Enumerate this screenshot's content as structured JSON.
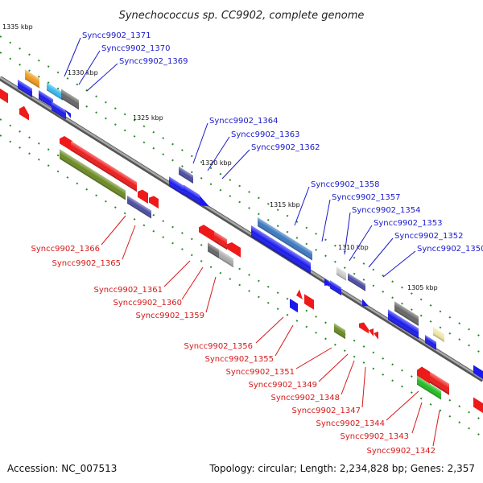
{
  "title": "Synechococcus sp. CC9902, complete genome",
  "footer": {
    "accession": "Accession: NC_007513",
    "summary": "Topology: circular; Length: 2,234,828 bp; Genes: 2,357"
  },
  "scale": [
    "1335 kbp",
    "1330 kbp",
    "1325 kbp",
    "1320 kbp",
    "1315 kbp",
    "1310 kbp",
    "1305 kbp"
  ],
  "top_labels": [
    "Syncc9902_1371",
    "Syncc9902_1370",
    "Syncc9902_1369",
    "Syncc9902_1364",
    "Syncc9902_1363",
    "Syncc9902_1362",
    "Syncc9902_1358",
    "Syncc9902_1357",
    "Syncc9902_1354",
    "Syncc9902_1353",
    "Syncc9902_1352",
    "Syncc9902_1350"
  ],
  "bottom_labels": [
    "Syncc9902_1366",
    "Syncc9902_1365",
    "Syncc9902_1361",
    "Syncc9902_1360",
    "Syncc9902_1359",
    "Syncc9902_1356",
    "Syncc9902_1355",
    "Syncc9902_1351",
    "Syncc9902_1349",
    "Syncc9902_1348",
    "Syncc9902_1347",
    "Syncc9902_1344",
    "Syncc9902_1343",
    "Syncc9902_1342"
  ],
  "colors": {
    "forward": "#1a1aee",
    "reverse": "#ee1a1a",
    "backbone": "#888888",
    "tick": "#2a8a2a",
    "label_forward": "#1a1acc",
    "label_reverse": "#d41a1a"
  }
}
